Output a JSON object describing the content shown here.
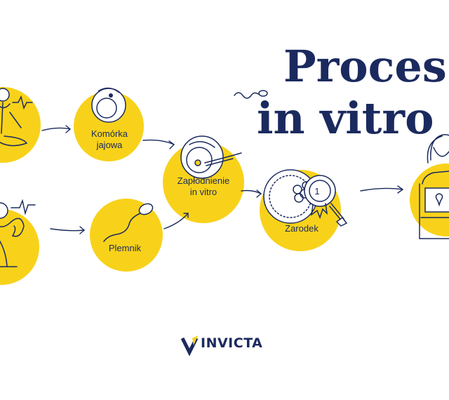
{
  "title": {
    "line1": "Proces",
    "line2": "in vitro"
  },
  "steps": {
    "egg": "Komórka\njajowa",
    "sperm": "Plemnik",
    "fertilization": "Zapłodnienie\nin vitro",
    "embryo": "Zarodek"
  },
  "embryo_badge": "1",
  "logo": {
    "text": "INVICTA"
  },
  "colors": {
    "yellow": "#f8d21a",
    "navy": "#1b2a5e"
  }
}
